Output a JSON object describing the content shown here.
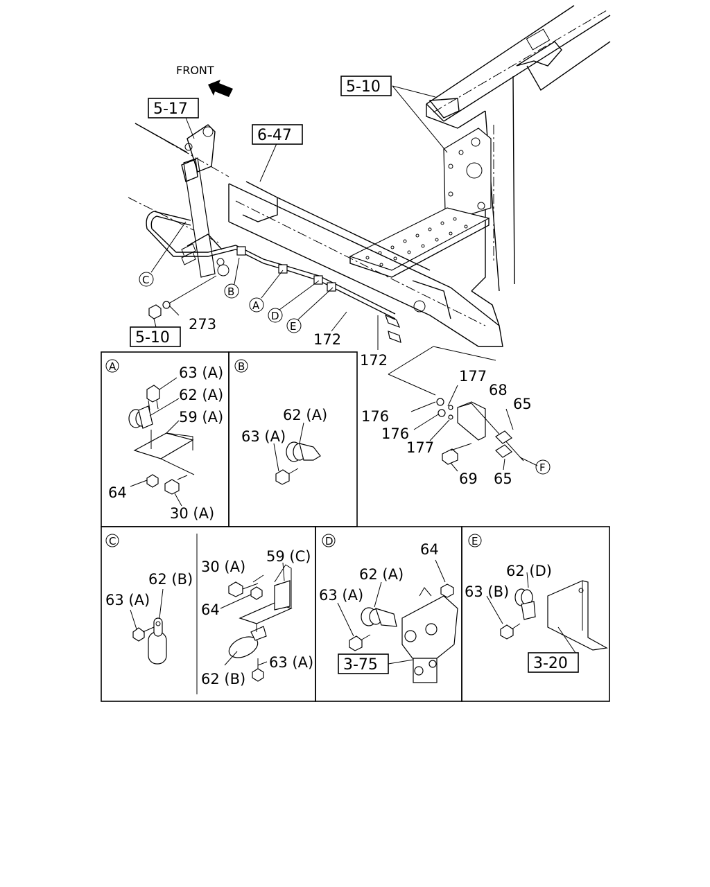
{
  "front_label": "FRONT",
  "refs": {
    "r510_top": "5-10",
    "r517": "5-17",
    "r647": "6-47",
    "r510_bot": "5-10",
    "r375": "3-75",
    "r320": "3-20"
  },
  "main_labels": {
    "n273": "273",
    "n172a": "172",
    "n172b": "172",
    "n177a": "177",
    "n68": "68",
    "n65a": "65",
    "n176a": "176",
    "n176b": "176",
    "n177b": "177",
    "n69": "69",
    "n65b": "65"
  },
  "callouts": {
    "c": "C",
    "b": "B",
    "a": "A",
    "d": "D",
    "e": "E",
    "f": "F"
  },
  "panels": {
    "A": {
      "letter": "A",
      "l1": "63 (A)",
      "l2": "62 (A)",
      "l3": "59 (A)",
      "l4": "64",
      "l5": "30 (A)"
    },
    "B": {
      "letter": "B",
      "l1": "62 (A)",
      "l2": "63 (A)"
    },
    "C": {
      "letter": "C",
      "l1": "62 (B)",
      "l2": "63 (A)",
      "l3": "30 (A)",
      "l4": "59 (C)",
      "l5": "64",
      "l6": "63 (A)",
      "l7": "62 (B)"
    },
    "D": {
      "letter": "D",
      "l1": "64",
      "l2": "62 (A)",
      "l3": "63 (A)"
    },
    "E": {
      "letter": "E",
      "l1": "62 (D)",
      "l2": "63 (B)"
    }
  }
}
